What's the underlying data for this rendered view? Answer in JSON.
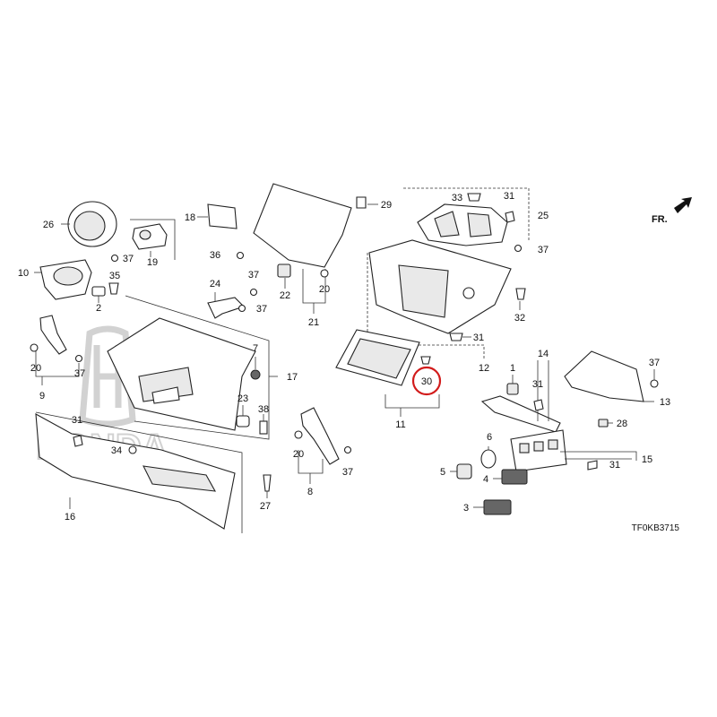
{
  "diagram": {
    "code": "TF0KB3715",
    "direction_label": "FR.",
    "watermark_text": "HONDA",
    "highlighted": "30",
    "callouts": [
      "1",
      "2",
      "3",
      "4",
      "5",
      "6",
      "7",
      "8",
      "9",
      "10",
      "11",
      "12",
      "13",
      "14",
      "15",
      "16",
      "17",
      "18",
      "19",
      "20",
      "21",
      "22",
      "23",
      "24",
      "25",
      "26",
      "27",
      "28",
      "29",
      "30",
      "31",
      "32",
      "33",
      "34",
      "35",
      "36",
      "37",
      "38"
    ]
  }
}
